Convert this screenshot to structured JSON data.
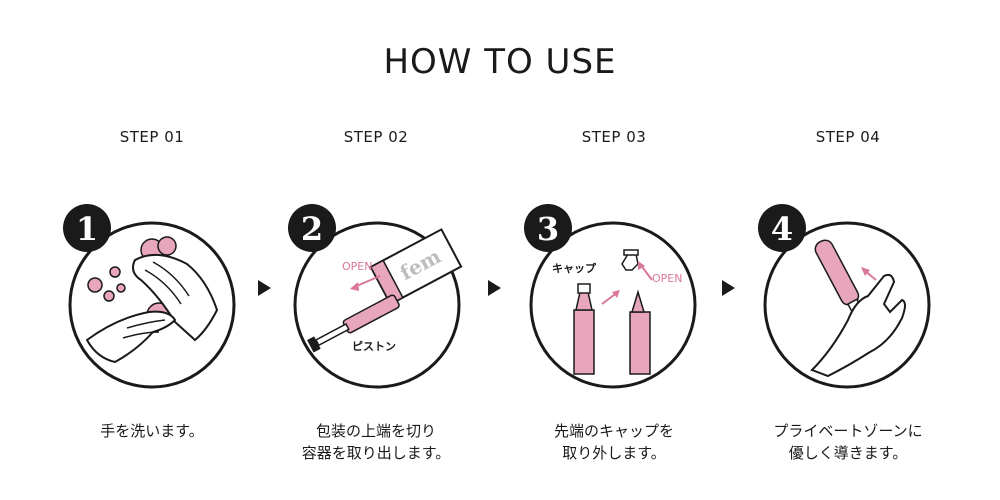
{
  "title": "HOW TO USE",
  "colors": {
    "pink": "#e8a6bd",
    "pink_dark": "#d9779c",
    "ink": "#1a1a1a"
  },
  "steps": [
    {
      "label": "STEP 01",
      "number": "1",
      "icon": "hand-washing-icon",
      "text": "手を洗います。"
    },
    {
      "label": "STEP 02",
      "number": "2",
      "icon": "open-package-icon",
      "open_label": "OPEN",
      "piston_label": "ピストン",
      "brand": "fem",
      "text": "包装の上端を切り\n容器を取り出します。"
    },
    {
      "label": "STEP 03",
      "number": "3",
      "icon": "remove-cap-icon",
      "cap_label": "キャップ",
      "open_label": "OPEN",
      "text": "先端のキャップを\n取り外します。"
    },
    {
      "label": "STEP 04",
      "number": "4",
      "icon": "insert-applicator-icon",
      "text": "プライベートゾーンに\n優しく導きます。"
    }
  ]
}
